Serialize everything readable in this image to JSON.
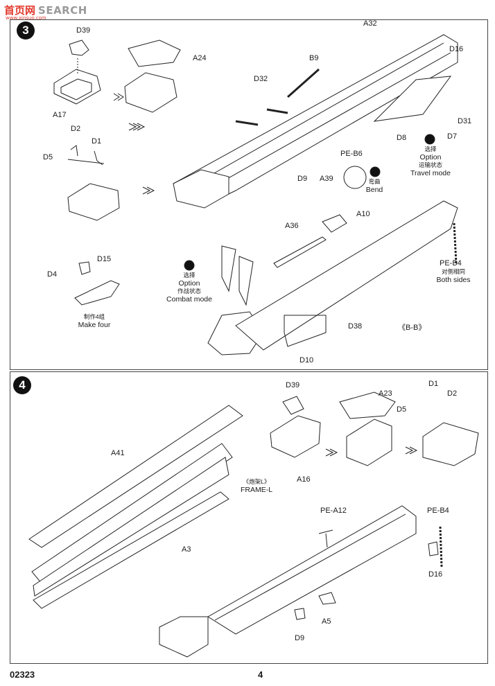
{
  "watermark": {
    "brand_cn": "首页网",
    "brand_en": "SEARCH",
    "domain": "www.xinsuo.com"
  },
  "step3": {
    "number": "3",
    "labels": {
      "d39": "D39",
      "a24": "A24",
      "a17": "A17",
      "d2": "D2",
      "d1": "D1",
      "d5": "D5",
      "d32": "D32",
      "b9": "B9",
      "a32": "A32",
      "d16": "D16",
      "d31": "D31",
      "d7": "D7",
      "d8": "D8",
      "d9": "D9",
      "a39": "A39",
      "pe_b6": "PE-B6",
      "a10": "A10",
      "a36": "A36",
      "d4": "D4",
      "d15": "D15",
      "pe_b4": "PE-B4",
      "d38": "D38",
      "d10": "D10",
      "section": "《B-B》"
    },
    "make_four": {
      "cn": "制作4组",
      "en": "Make four"
    },
    "bend": {
      "cn": "弯曲",
      "en": "Bend"
    },
    "travel_option": {
      "cn1": "选择",
      "en1": "Option",
      "cn2": "运输状态",
      "en2": "Travel mode"
    },
    "combat_option": {
      "cn1": "选择",
      "en1": "Option",
      "cn2": "作战状态",
      "en2": "Combat mode"
    },
    "both_sides": {
      "cn": "对侧相同",
      "en": "Both sides"
    }
  },
  "step4": {
    "number": "4",
    "labels": {
      "a41": "A41",
      "a3": "A3",
      "d39": "D39",
      "a16": "A16",
      "a23": "A23",
      "d1": "D1",
      "d2": "D2",
      "d5": "D5",
      "pe_a12": "PE-A12",
      "pe_b4": "PE-B4",
      "d16": "D16",
      "a5": "A5",
      "d9": "D9"
    },
    "frame": {
      "cn": "《炮架L》",
      "en": "FRAME-L"
    }
  },
  "footer": {
    "code": "02323",
    "page": "4"
  }
}
